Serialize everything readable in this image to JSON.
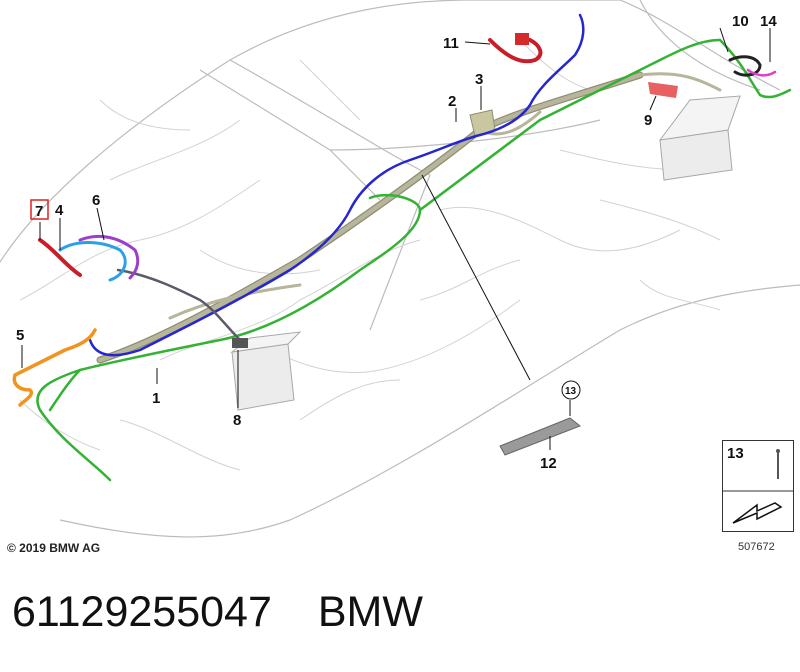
{
  "callouts": {
    "c1": "1",
    "c2": "2",
    "c3": "3",
    "c4": "4",
    "c5": "5",
    "c6": "6",
    "c7": "7",
    "c8": "8",
    "c9": "9",
    "c10": "10",
    "c11": "11",
    "c12": "12",
    "c13": "13",
    "c14": "14"
  },
  "legend": {
    "part_number": "13"
  },
  "copyright": "© 2019 BMW AG",
  "diagram_number": "507672",
  "footer": {
    "part_number": "61129255047",
    "brand": "BMW"
  },
  "colors": {
    "main_harness": "#b7b59a",
    "green_cable": "#33b233",
    "blue_cable": "#2626d0",
    "red_cable": "#c81e28",
    "orange_cable": "#f0941e",
    "purple_cable": "#9b3fc9",
    "light_blue_cable": "#2aa0e8",
    "pink_cable": "#e040c8",
    "highlight_box": "#e02020"
  }
}
